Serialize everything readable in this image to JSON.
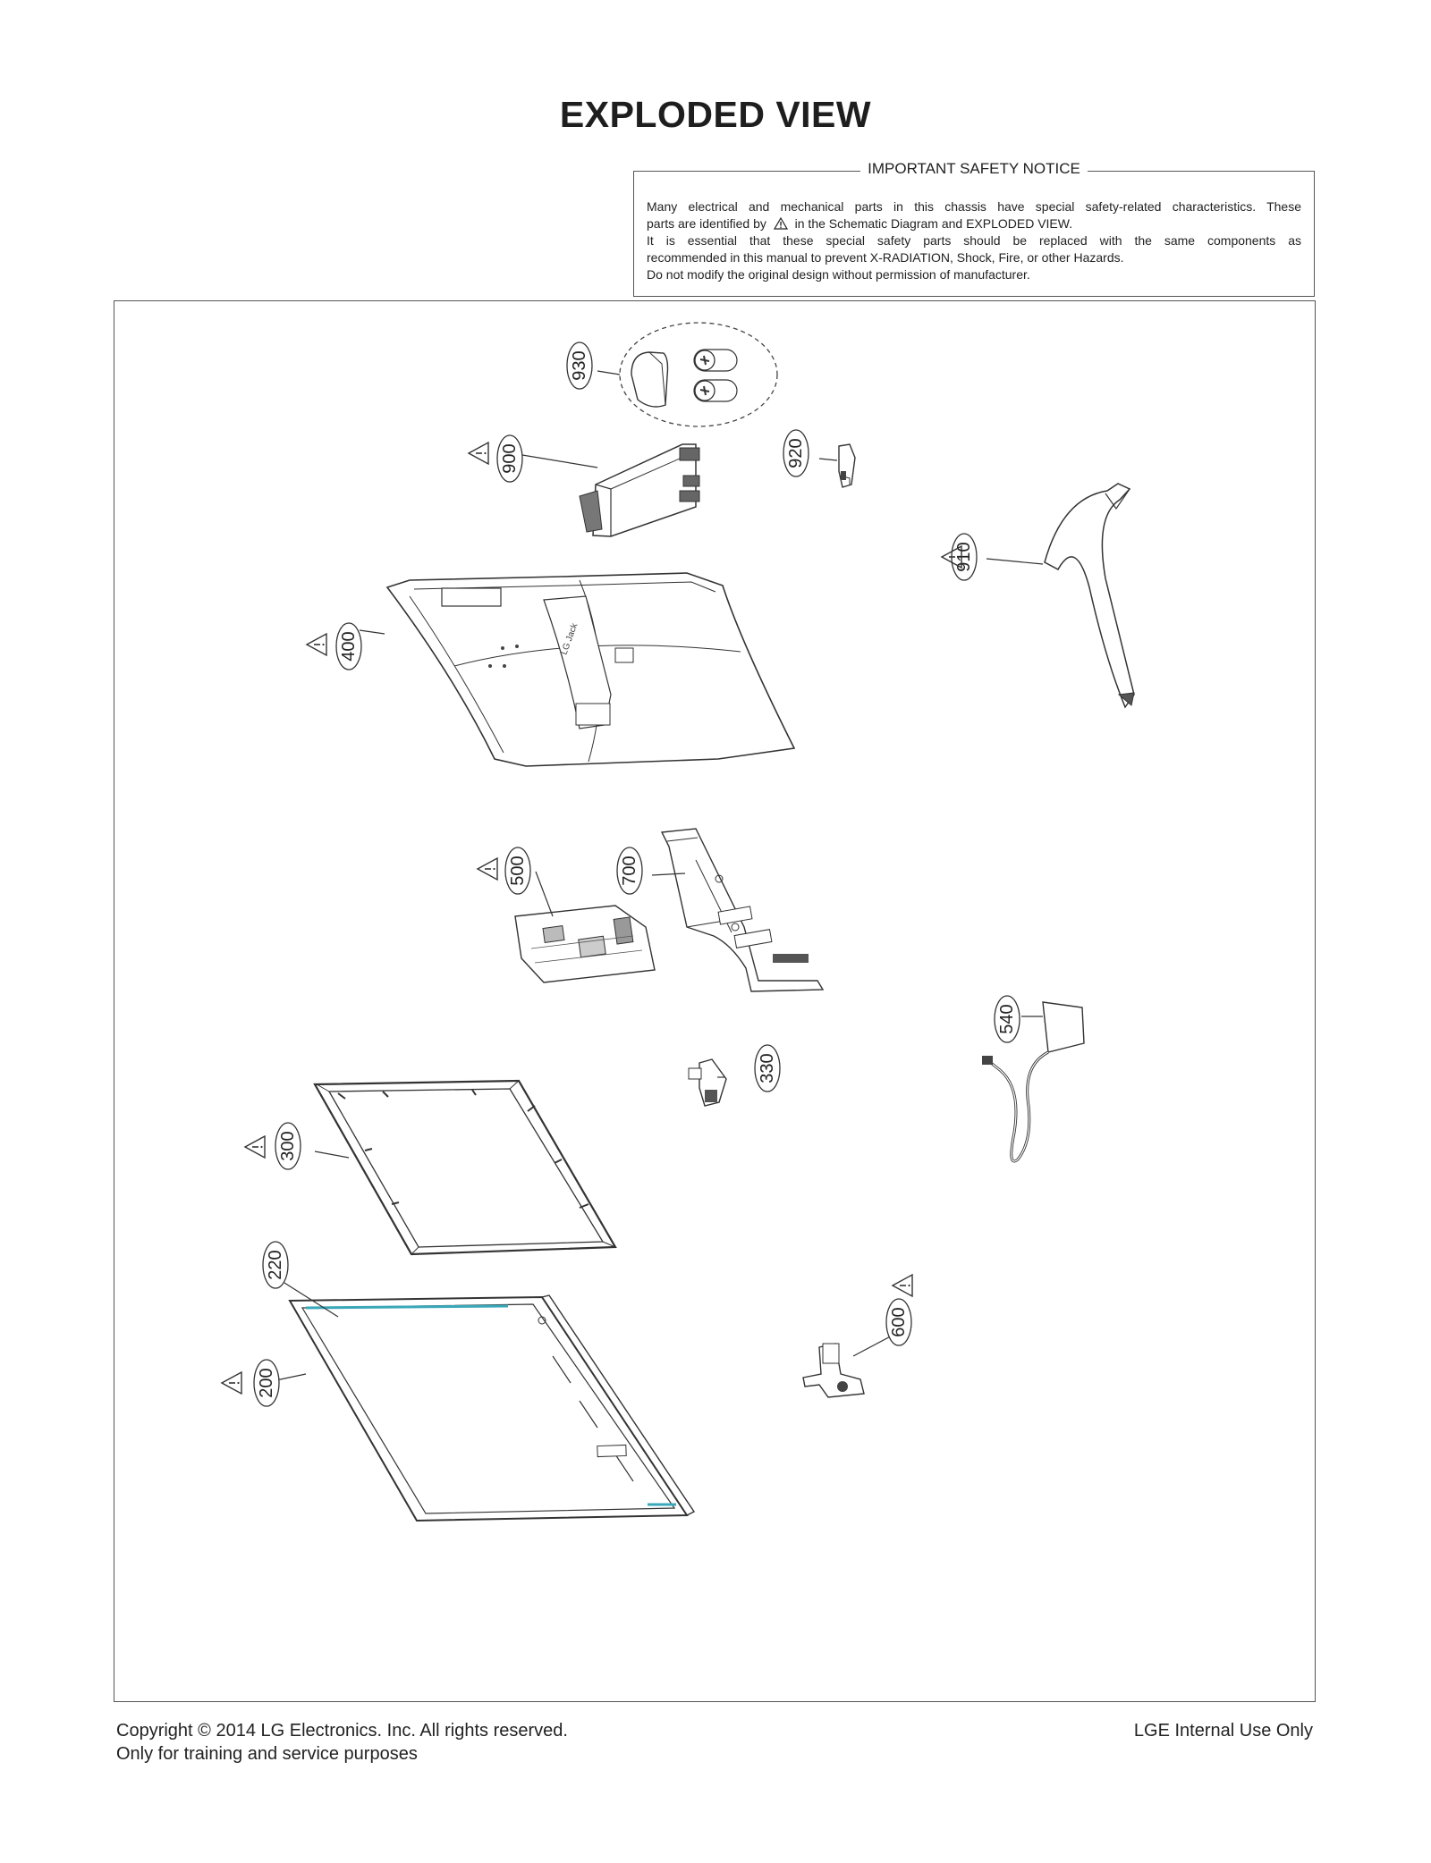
{
  "title": "EXPLODED VIEW",
  "notice": {
    "heading": "IMPORTANT SAFETY NOTICE",
    "line1": "Many electrical and mechanical parts in this chassis have special safety-related characteristics. These",
    "line2a": "parts are identified by",
    "line2b": "in the Schematic Diagram and EXPLODED VIEW.",
    "line3": "It is essential that these special safety parts should be replaced with the same components as",
    "line4": "recommended in this manual to prevent X-RADIATION, Shock, Fire, or other Hazards.",
    "line5": "Do not modify the original design without permission of manufacturer."
  },
  "parts": {
    "p930": "930",
    "p900": "900",
    "p920": "920",
    "p910": "910",
    "p400": "400",
    "p500": "500",
    "p700": "700",
    "p540": "540",
    "p330": "330",
    "p300": "300",
    "p220": "220",
    "p200": "200",
    "p600": "600"
  },
  "footer": {
    "copyright": "Copyright  © 2014  LG Electronics. Inc. All rights reserved.",
    "training": "Only for training and service purposes",
    "internal": "LGE Internal Use Only"
  }
}
